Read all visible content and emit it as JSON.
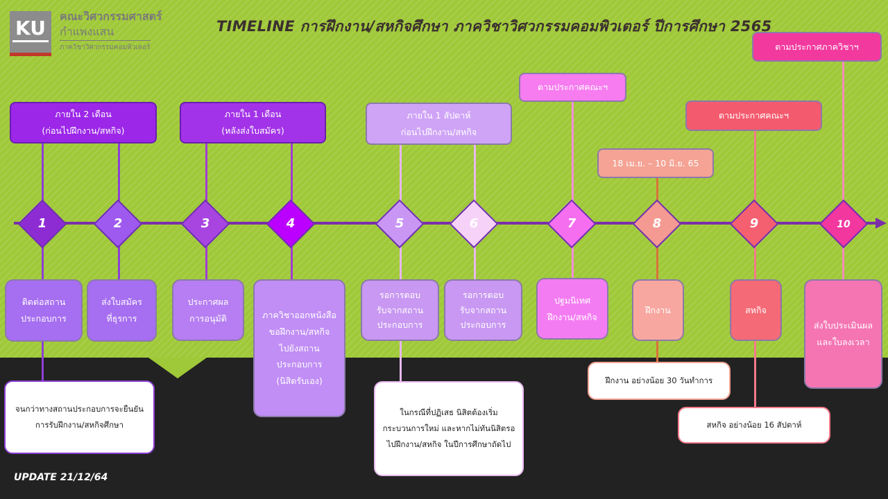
{
  "header": {
    "logo_text": "KU",
    "faculty_line1": "คณะวิศวกรรมศาสตร์",
    "faculty_line2": "กำแพงแสน",
    "faculty_line3": "ภาควิชาวิศวกรรมคอมพิวเตอร์",
    "title": "TIMELINE การฝึกงาน/สหกิจศึกษา ภาควิชาวิศวกรรมคอมพิวเตอร์ ปีการศึกษา 2565"
  },
  "timeline": {
    "steps": [
      "1",
      "2",
      "3",
      "4",
      "5",
      "6",
      "7",
      "8",
      "9",
      "10"
    ]
  },
  "top_labels": [
    {
      "line1": "ภายใน 2 เดือน",
      "line2": "(ก่อนไปฝึกงาน/สหกิจ)"
    },
    {
      "line1": "ภายใน 1 เดือน",
      "line2": "(หลังส่งใบสมัคร)"
    },
    {
      "line1": "ภายใน 1 สัปดาห์",
      "line2": "ก่อนไปฝึกงาน/สหกิจ"
    },
    {
      "line1": "ตามประกาศคณะฯ"
    },
    {
      "line1": "18 เม.ย. – 10 มิ.ย. 65"
    },
    {
      "line1": "ตามประกาศคณะฯ"
    },
    {
      "line1": "ตามประกาศภาควิชาฯ"
    }
  ],
  "step_boxes": [
    {
      "lines": [
        "ติดต่อสถาน",
        "ประกอบการ"
      ]
    },
    {
      "lines": [
        "ส่งใบสมัคร",
        "ที่ธุรการ"
      ]
    },
    {
      "lines": [
        "ประกาศผล",
        "การอนุมัติ"
      ]
    },
    {
      "lines": [
        "ภาควิชาออกหนังสือ",
        "ขอฝึกงาน/สหกิจ",
        "ไปยังสถาน",
        "ประกอบการ",
        "(นิสิตรับเอง)"
      ]
    },
    {
      "lines": [
        "รอการตอบ",
        "รับจากสถาน",
        "ประกอบการ"
      ]
    },
    {
      "lines": [
        "รอการตอบ",
        "รับจากสถาน",
        "ประกอบการ"
      ]
    },
    {
      "lines": [
        "ปฐมนิเทศ",
        "ฝึกงาน/สหกิจ"
      ]
    },
    {
      "lines": [
        "ฝึกงาน"
      ]
    },
    {
      "lines": [
        "สหกิจ"
      ]
    },
    {
      "lines": [
        "ส่งใบประเมินผล",
        "และใบลงเวลา"
      ]
    }
  ],
  "notes": [
    {
      "lines": [
        "จนกว่าทางสถานประกอบการจะยืนยัน",
        "การรับฝึกงาน/สหกิจศึกษา"
      ]
    },
    {
      "lines": [
        "ในกรณีที่ปฏิเสธ นิสิตต้องเริ่ม",
        "กระบวนการใหม่ และหากไม่ทันนิสิตรอ",
        "ไปฝึกงาน/สหกิจ ในปีการศึกษาถัดไป"
      ]
    },
    {
      "lines": [
        "ฝึกงาน อย่างน้อย 30 วันทำการ"
      ]
    },
    {
      "lines": [
        "สหกิจ อย่างน้อย 16 สัปดาห์"
      ]
    }
  ],
  "footer": {
    "update": "UPDATE 21/12/64"
  }
}
